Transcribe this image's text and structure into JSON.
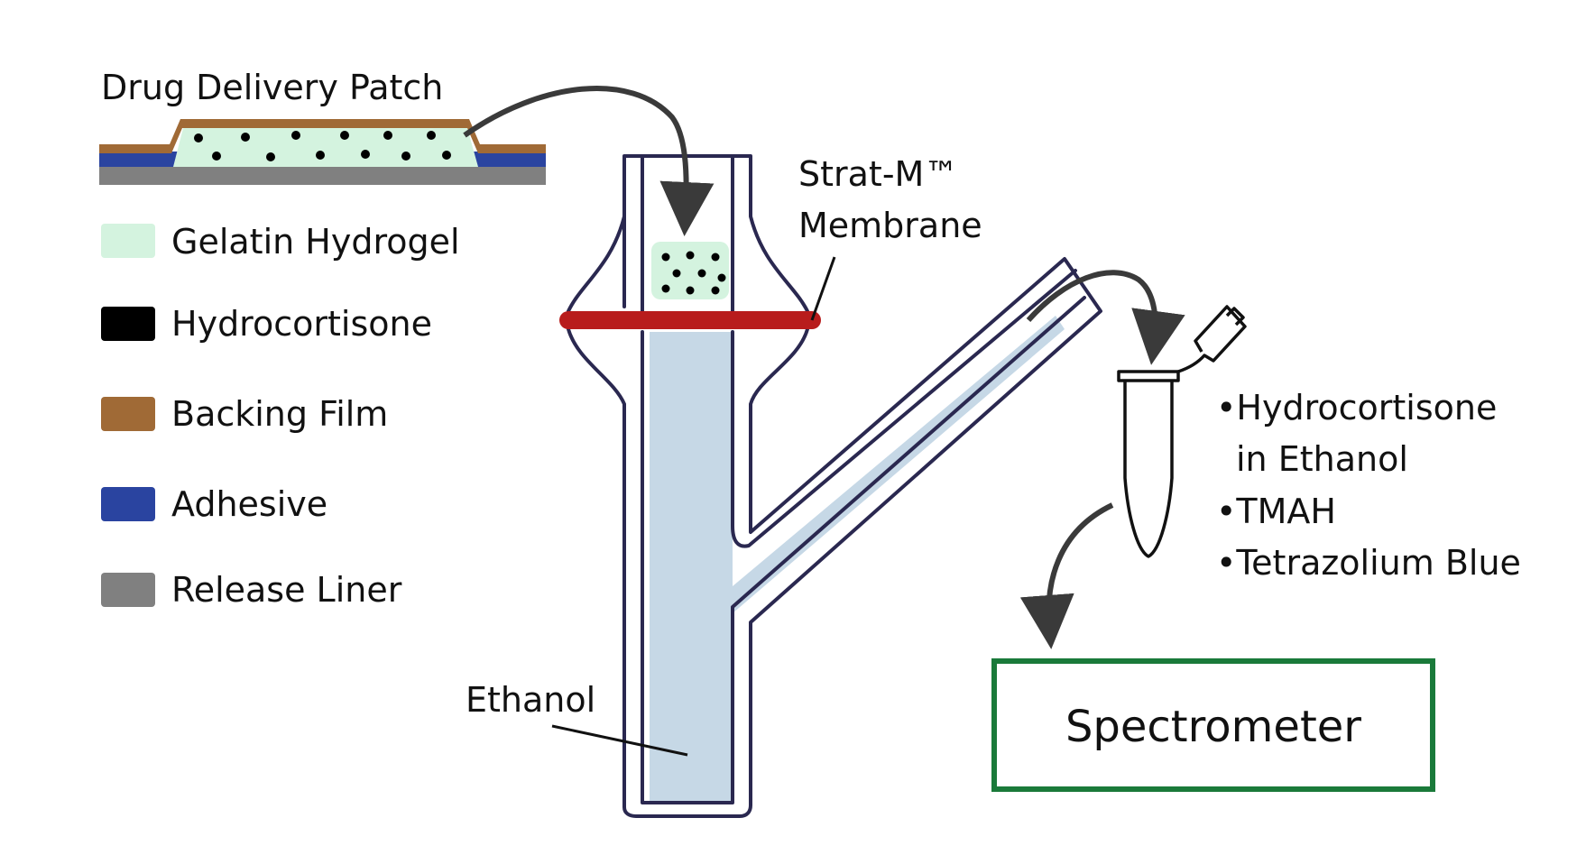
{
  "patch": {
    "title": "Drug Delivery Patch"
  },
  "legend": {
    "items": [
      {
        "key": "gelatin",
        "label": "Gelatin Hydrogel",
        "color": "#d4f3df"
      },
      {
        "key": "hydrocortisone",
        "label": "Hydrocortisone",
        "color": "#000000"
      },
      {
        "key": "backing",
        "label": "Backing Film",
        "color": "#a06a36"
      },
      {
        "key": "adhesive",
        "label": "Adhesive",
        "color": "#2a44a0"
      },
      {
        "key": "liner",
        "label": "Release Liner",
        "color": "#808080"
      }
    ]
  },
  "membrane": {
    "line1": "Strat-M™",
    "line2": "Membrane",
    "color": "#b81c1c"
  },
  "ethanol": {
    "label": "Ethanol",
    "fill": "#c6d8e6"
  },
  "outline_color": "#2a2850",
  "arrow_color": "#3a3a3a",
  "vial_contents": [
    "•Hydrocortisone",
    "in Ethanol",
    "•TMAH",
    "•Tetrazolium Blue"
  ],
  "spectrometer": {
    "label": "Spectrometer",
    "border_color": "#1a7a3a"
  }
}
